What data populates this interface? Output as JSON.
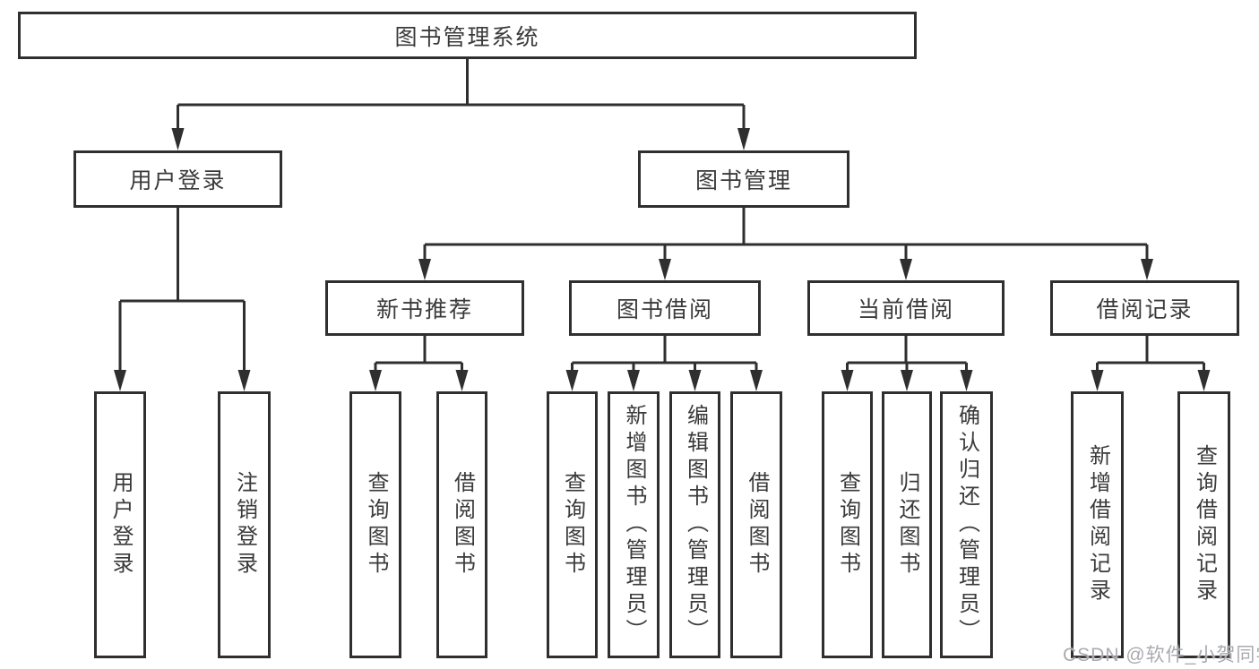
{
  "tree": {
    "root": {
      "label": "图书管理系统"
    },
    "branches": [
      {
        "label": "用户登录",
        "children": [
          {
            "label": "用户登录"
          },
          {
            "label": "注销登录"
          }
        ]
      },
      {
        "label": "图书管理",
        "children": [
          {
            "label": "新书推荐",
            "children": [
              {
                "label": "查询图书"
              },
              {
                "label": "借阅图书"
              }
            ]
          },
          {
            "label": "图书借阅",
            "children": [
              {
                "label": "查询图书"
              },
              {
                "label": "新增图书（管理员）"
              },
              {
                "label": "编辑图书（管理员）"
              },
              {
                "label": "借阅图书"
              }
            ]
          },
          {
            "label": "当前借阅",
            "children": [
              {
                "label": "查询图书"
              },
              {
                "label": "归还图书"
              },
              {
                "label": "确认归还（管理员）"
              }
            ]
          },
          {
            "label": "借阅记录",
            "children": [
              {
                "label": "新增借阅记录"
              },
              {
                "label": "查询借阅记录"
              }
            ]
          }
        ]
      }
    ]
  },
  "watermark": {
    "text": "CSDN @软件_小贺同学"
  },
  "colors": {
    "line": "#2f2f2f",
    "text": "#3a3a3a",
    "watermark": "#a9abb0",
    "background": "#ffffff"
  }
}
